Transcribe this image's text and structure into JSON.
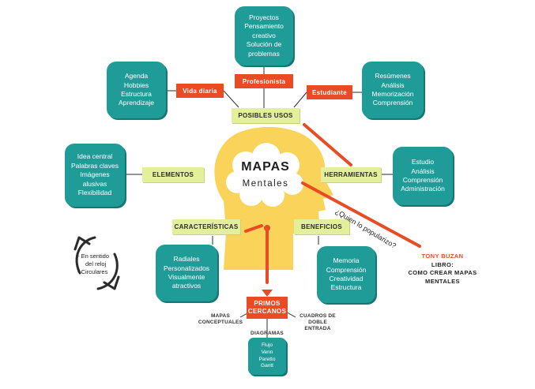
{
  "title": {
    "main": "MAPAS",
    "sub": "Mentales"
  },
  "uses_label": "POSIBLES USOS",
  "uses": {
    "profesionista": {
      "label": "Profesionista",
      "items": [
        "Proyectos",
        "Pensamiento",
        "creativo",
        "Solución de",
        "problemas"
      ]
    },
    "vida_diaria": {
      "label": "Vida diaria",
      "items": [
        "Agenda",
        "Hobbies",
        "Estructura",
        "Aprendizaje"
      ]
    },
    "estudiante": {
      "label": "Estudiante",
      "items": [
        "Resúmenes",
        "Análisis",
        "Memorización",
        "Comprensión"
      ]
    }
  },
  "elementos": {
    "label": "ELEMENTOS",
    "items": [
      "Idea central",
      "Palabras claves",
      "Imágenes",
      "alusivas",
      "Flexibilidad"
    ]
  },
  "herramientas": {
    "label": "HERRAMIENTAS",
    "items": [
      "Estudio",
      "Análisis",
      "Comprensión",
      "Administración"
    ]
  },
  "caracteristicas": {
    "label": "CARACTERÍSTICAS",
    "items": [
      "Radiales",
      "Personalizados",
      "Visualmente",
      "atractivos"
    ]
  },
  "beneficios": {
    "label": "BENEFICIOS",
    "items": [
      "Memoria",
      "Comprensión",
      "Creatividad",
      "Estructura"
    ]
  },
  "note": [
    "- En sentido",
    "del reloj",
    "- Circulares"
  ],
  "question": "¿Quien lo popularizo?",
  "author": {
    "name": "TONY BUZAN",
    "line1": "LIBRO:",
    "line2": "COMO CREAR MAPAS",
    "line3": "MENTALES"
  },
  "primos": {
    "label_line1": "PRIMOS",
    "label_line2": "CERCANOS",
    "mapas_line1": "MAPAS",
    "mapas_line2": "CONCEPTUALES",
    "cuadros_line1": "CUADROS DE",
    "cuadros_line2": "DOBLE",
    "cuadros_line3": "ENTRADA",
    "diagramas_label": "DIAGRAMAS",
    "diagramas_items": [
      "Flujo",
      "Venn",
      "Paretto",
      "Gantt"
    ]
  },
  "colors": {
    "teal": "#1f9c98",
    "green": "#e4ef9b",
    "red": "#ea4b25",
    "head": "#f9d35a",
    "author_name": "#ea4b25"
  }
}
